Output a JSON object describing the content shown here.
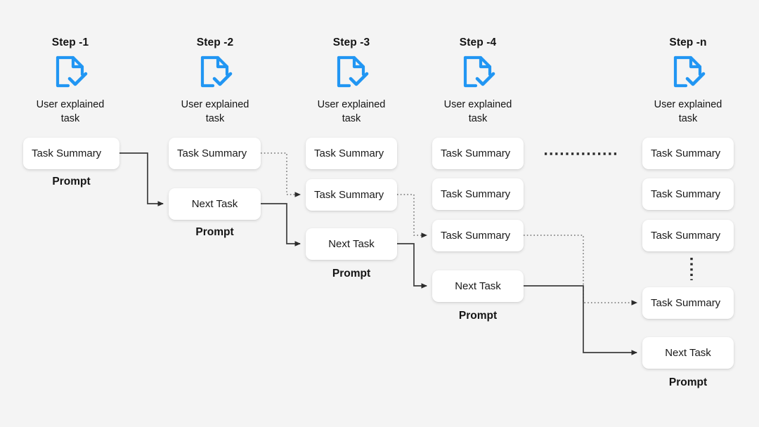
{
  "canvas": {
    "background": "#f4f4f4",
    "accent_color": "#2196f3",
    "node_color": "#ffffff",
    "line_color": "#3c3c3c",
    "text_color": "#1a1a1a"
  },
  "diagram": {
    "title": "Iterative task prompting flow",
    "icon_name": "document-check-icon",
    "ellipsis_horizontal_name": "horizontal-ellipsis",
    "ellipsis_vertical_name": "vertical-ellipsis"
  },
  "columns": [
    {
      "id": "step-1",
      "step_label": "Step -1",
      "icon_caption_line1": "User explained",
      "icon_caption_line2": "task",
      "nodes": [
        {
          "label": "Task Summary",
          "type": "task-summary",
          "align": "left"
        }
      ],
      "prompt_label": "Prompt"
    },
    {
      "id": "step-2",
      "step_label": "Step -2",
      "icon_caption_line1": "User explained",
      "icon_caption_line2": "task",
      "nodes": [
        {
          "label": "Task Summary",
          "type": "task-summary",
          "align": "left"
        },
        {
          "label": "Next Task",
          "type": "next-task",
          "align": "center"
        }
      ],
      "prompt_label": "Prompt"
    },
    {
      "id": "step-3",
      "step_label": "Step -3",
      "icon_caption_line1": "User explained",
      "icon_caption_line2": "task",
      "nodes": [
        {
          "label": "Task Summary",
          "type": "task-summary",
          "align": "left"
        },
        {
          "label": "Task Summary",
          "type": "task-summary",
          "align": "left"
        },
        {
          "label": "Next Task",
          "type": "next-task",
          "align": "center"
        }
      ],
      "prompt_label": "Prompt"
    },
    {
      "id": "step-4",
      "step_label": "Step -4",
      "icon_caption_line1": "User explained",
      "icon_caption_line2": "task",
      "nodes": [
        {
          "label": "Task Summary",
          "type": "task-summary",
          "align": "left"
        },
        {
          "label": "Task Summary",
          "type": "task-summary",
          "align": "left"
        },
        {
          "label": "Task Summary",
          "type": "task-summary",
          "align": "left"
        },
        {
          "label": "Next Task",
          "type": "next-task",
          "align": "center"
        }
      ],
      "prompt_label": "Prompt"
    },
    {
      "id": "step-n",
      "step_label": "Step -n",
      "icon_caption_line1": "User explained",
      "icon_caption_line2": "task",
      "nodes": [
        {
          "label": "Task Summary",
          "type": "task-summary",
          "align": "left"
        },
        {
          "label": "Task Summary",
          "type": "task-summary",
          "align": "left"
        },
        {
          "label": "Task Summary",
          "type": "task-summary",
          "align": "left"
        },
        {
          "label": "Task Summary",
          "type": "task-summary",
          "align": "left"
        },
        {
          "label": "Next Task",
          "type": "next-task",
          "align": "center"
        }
      ],
      "prompt_label": "Prompt"
    }
  ]
}
